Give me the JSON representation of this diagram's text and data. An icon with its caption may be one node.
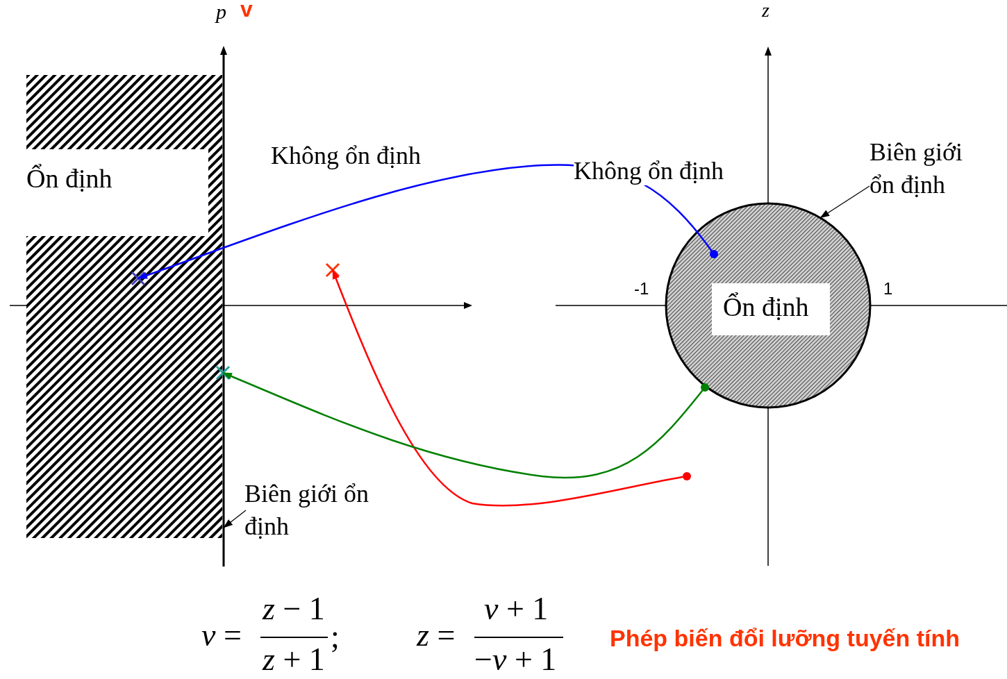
{
  "diagram": {
    "caption": "Phép biến đổi lưỡng tuyến tính",
    "nodes": [
      {
        "text": [
          "Ổn định"
        ]
      },
      {
        "text": [
          "Biên giới ổn định"
        ]
      },
      {
        "text": [],
        "shape": "line"
      },
      {
        "text": [],
        "shape": "cross",
        "in": 0
      },
      {
        "text": [],
        "shape": "cross"
      },
      {
        "text": [],
        "shape": "cross"
      },
      {
        "text": [
          "Ổn định"
        ]
      },
      {
        "text": [
          "Biên giới ổn định"
        ]
      },
      {
        "text": [],
        "shape": "circle",
        "in": 6
      },
      {
        "text": [],
        "shape": "circle"
      },
      {
        "text": [],
        "shape": "circle"
      }
    ],
    "edges": [
      {
        "from": 8,
        "to": 3,
        "arrow": "to",
        "color": "#0000ff"
      },
      {
        "from": 10,
        "to": 5,
        "arrow": "to",
        "color": "#ff0000"
      },
      {
        "from": 9,
        "to": 4,
        "arrow": "to",
        "color": "#008000"
      },
      {
        "from": 1,
        "to": 2,
        "arrow": "to",
        "color": "#000000"
      },
      {
        "from": 7,
        "to": 6,
        "arrow": "to",
        "color": "#000000"
      }
    ],
    "labels": [
      "p",
      "v",
      "z",
      "Không ổn định",
      "Không ổn định",
      "-1",
      "1",
      "*v* =",
      "*z* − 1",
      "*z* + 1",
      ";",
      "*z* =",
      "*v* + 1",
      "−*v* + 1"
    ]
  }
}
